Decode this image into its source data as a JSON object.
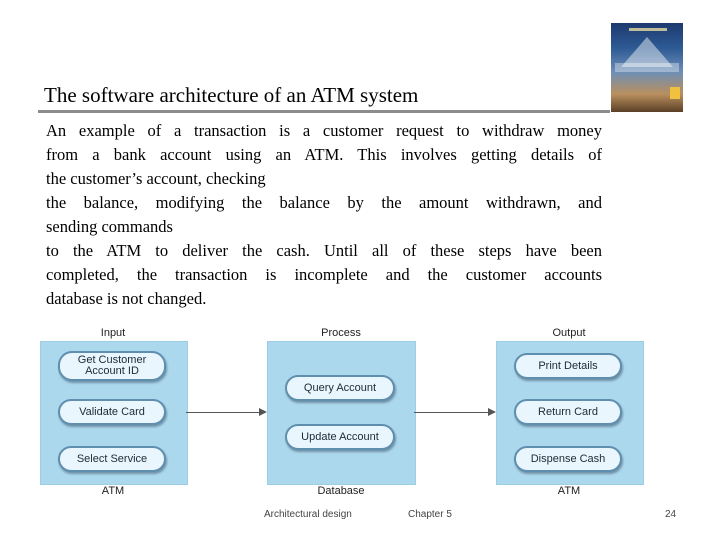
{
  "slide": {
    "title": "The software architecture of an ATM system",
    "body_lines": [
      "An example of a transaction is a customer request to withdraw money",
      "from a bank account using an ATM. This involves getting details of",
      "the customer’s account, checking",
      "the balance, modifying the balance by the amount withdrawn, and",
      "sending commands",
      "to the ATM to deliver the cash. Until all of these steps have been",
      "completed, the transaction is incomplete and the customer accounts",
      "database is not changed."
    ]
  },
  "diagram": {
    "headers": {
      "input": "Input",
      "process": "Process",
      "output": "Output"
    },
    "footers": {
      "input": "ATM",
      "process": "Database",
      "output": "ATM"
    },
    "input_items": [
      "Get Customer Account ID",
      "Validate Card",
      "Select Service"
    ],
    "process_items": [
      "Query Account",
      "Update Account"
    ],
    "output_items": [
      "Print Details",
      "Return Card",
      "Dispense Cash"
    ],
    "colors": {
      "panel": "#acd8ee",
      "pill": "#e9f6fd",
      "pill_border": "#5f8fae"
    }
  },
  "footer": {
    "left": "Architectural design",
    "center": "Chapter 5",
    "page_number": "24"
  }
}
